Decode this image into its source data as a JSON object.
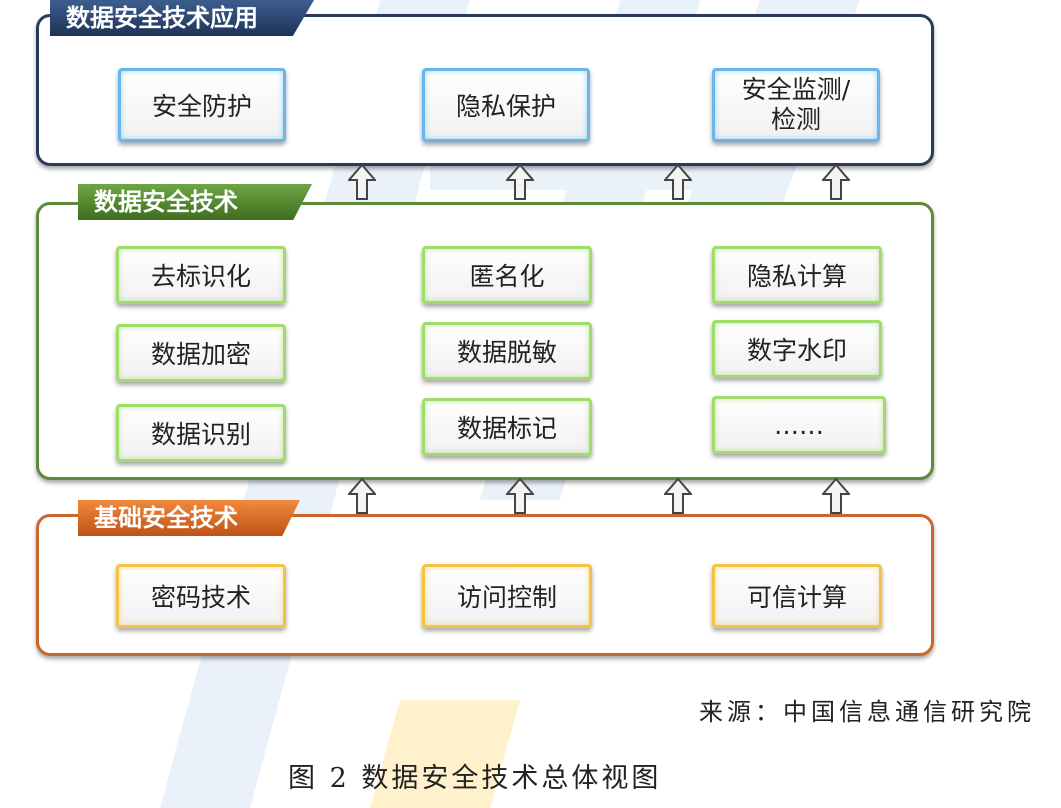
{
  "sections": {
    "application": {
      "title": "数据安全技术应用",
      "items": [
        "安全防护",
        "隐私保护",
        "安全监测/检测"
      ],
      "item_lines": [
        [
          "安全防护"
        ],
        [
          "隐私保护"
        ],
        [
          "安全监测/",
          "检测"
        ]
      ]
    },
    "technology": {
      "title": "数据安全技术",
      "items": [
        "去标识化",
        "匿名化",
        "隐私计算",
        "数据加密",
        "数据脱敏",
        "数字水印",
        "数据识别",
        "数据标记",
        "……"
      ]
    },
    "foundation": {
      "title": "基础安全技术",
      "items": [
        "密码技术",
        "访问控制",
        "可信计算"
      ]
    }
  },
  "source": "来源：中国信息通信研究院",
  "caption": "图 2  数据安全技术总体视图",
  "colors": {
    "application": "#2a3a5c",
    "technology": "#5e8a3c",
    "foundation": "#c8682c",
    "app_box_border": "#69b6ef",
    "tech_box_border": "#9fdc6a",
    "base_box_border": "#f5c343"
  }
}
